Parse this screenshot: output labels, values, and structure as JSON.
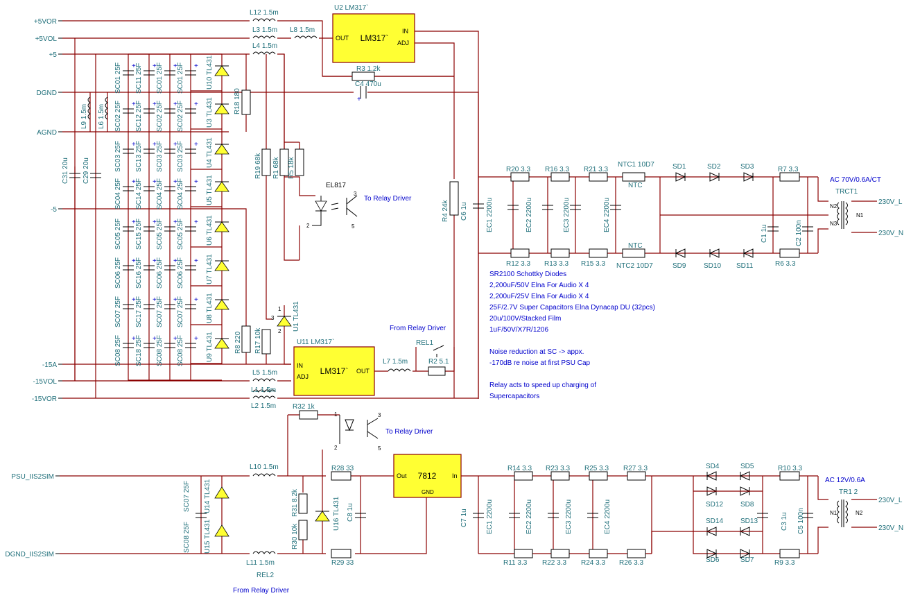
{
  "ports": {
    "p5vor": "+5VOR",
    "p5vol": "+5VOL",
    "p5": "+5",
    "dgnd": "DGND",
    "agnd": "AGND",
    "m5": "-5",
    "m15a": "-15A",
    "m15vol": "-15VOL",
    "m15vor": "-15VOR",
    "psu": "PSU_IIS2SIM",
    "dgndiis": "DGND_IIS2SIM",
    "ac_l1": "230V_L",
    "ac_n1": "230V_N",
    "ac_l2": "230V_L",
    "ac_n2": "230V_N"
  },
  "chips": {
    "u2_ref": "U2 LM317`",
    "u2_name": "LM317`",
    "u2_out": "OUT",
    "u2_in": "IN",
    "u2_adj": "ADJ",
    "u11_ref": "U11 LM317`",
    "u11_name": "LM317`",
    "u11_in": "IN",
    "u11_adj": "ADJ",
    "u11_out": "OUT",
    "reg7812": "7812",
    "reg_out": "Out",
    "reg_in": "In",
    "reg_gnd": "GND"
  },
  "inductors": {
    "l12": "L12 1.5m",
    "l3": "L3 1.5m",
    "l8": "L8 1.5m",
    "l4": "L4 1.5m",
    "l9": "L9 1.5m",
    "l6": "L6 1.5m",
    "l5": "L5 1.5m",
    "l1": "L1 1.5m",
    "l2": "L2 1.5m",
    "l7": "L7 1.5m",
    "l10": "L10 1.5m",
    "l11": "L11 1.5m"
  },
  "resistors": {
    "r3": "R3 1.2k",
    "r18": "R18 180",
    "r19": "R19 68k",
    "r1": "R1 68k",
    "r5": "R5 18k",
    "r4": "R4 24k",
    "r8": "R8 220",
    "r17": "R17 10k",
    "r2": "R2 5.1",
    "r32": "R32 1k",
    "r28": "R28 33",
    "r29": "R29 33",
    "r31": "R31 8.2k",
    "r30": "R30 10k",
    "r20": "R20 3.3",
    "r16": "R16 3.3",
    "r21": "R21 3.3",
    "r7": "R7 3.3",
    "r12": "R12 3.3",
    "r13": "R13 3.3",
    "r15": "R15 3.3",
    "r6": "R6 3.3",
    "r14": "R14 3.3",
    "r23": "R23 3.3",
    "r25": "R25 3.3",
    "r27": "R27 3.3",
    "r10": "R10 3.3",
    "r11": "R11 3.3",
    "r22": "R22 3.3",
    "r24": "R24 3.3",
    "r26": "R26 3.3",
    "r9": "R9 3.3"
  },
  "caps": {
    "c4": "C4 470u",
    "c31": "C31 20u",
    "c29": "C29 20u",
    "c6": "C6 1u",
    "c8": "C8 1u",
    "c7": "C7 1u",
    "c1": "C1 1u",
    "c2": "C2 100n",
    "c3": "C3 1u",
    "c5": "C5 100n",
    "ec1": "EC1 2200u",
    "ec2": "EC2 2200u",
    "ec3": "EC3 2200u",
    "ec4": "EC4 2200u",
    "ec1b": "EC1 2200u",
    "ec2b": "EC2 2200u",
    "ec3b": "EC3 2200u",
    "ec4b": "EC4 2200u"
  },
  "supercaps": {
    "col1": [
      "SC01 25F",
      "SC02 25F",
      "SC03 25F",
      "SC04 25F",
      "SC05 25F",
      "SC06 25F",
      "SC07 25F",
      "SC08 25F"
    ],
    "col2": [
      "SC11 25F",
      "SC12 25F",
      "SC13 25F",
      "SC14 25F",
      "SC15 25F",
      "SC16 25F",
      "SC17 25F",
      "SC18 25F"
    ],
    "col3": [
      "SC01 25F",
      "SC02 25F",
      "SC03 25F",
      "SC04 25F",
      "SC05 25F",
      "SC06 25F",
      "SC07 25F",
      "SC08 25F"
    ],
    "col4": [
      "SC01 25F",
      "SC02 25F",
      "SC03 25F",
      "SC04 25F",
      "SC05 25F",
      "SC06 25F",
      "SC07 25F",
      "SC08 25F"
    ],
    "psu1": "SC07 25F",
    "psu2": "SC08 25F"
  },
  "shunts": {
    "list": [
      "U10 TL431",
      "U3 TL431",
      "U4 TL431",
      "U5 TL431",
      "U6 TL431",
      "U7 TL431",
      "U8 TL431",
      "U9 TL431"
    ],
    "u1": "U1 TL431",
    "u16": "U16 TL431",
    "u14": "U14 TL431",
    "u15": "U15 TL431"
  },
  "opto": {
    "el817": "EL817",
    "to_relay1": "To Relay Driver",
    "to_relay2": "To Relay Driver",
    "from_relay1": "From Relay Driver",
    "from_relay2": "From Relay Driver",
    "rel1": "REL1",
    "rel2": "REL2"
  },
  "diodes": {
    "sd1": "SD1",
    "sd2": "SD2",
    "sd3": "SD3",
    "sd9": "SD9",
    "sd10": "SD10",
    "sd11": "SD11",
    "sd4": "SD4",
    "sd5": "SD5",
    "sd12": "SD12",
    "sd8": "SD8",
    "sd14": "SD14",
    "sd13": "SD13",
    "sd6": "SD6",
    "sd7": "SD7"
  },
  "ntc": {
    "ntc1": "NTC1 10D7",
    "ntc2": "NTC2 10D7",
    "mark": "NTC"
  },
  "transformers": {
    "trct1_spec": "AC 70V/0.6A/CT",
    "trct1": "TRCT1",
    "tr1_spec": "AC 12V/0.6A",
    "tr1": "TR1 2",
    "n1": "N1",
    "n2": "N2",
    "n3": "N3"
  },
  "notes": {
    "lines": [
      "SR2100 Schottky Diodes",
      "2,200uF/50V Elna For Audio X 4",
      "2,200uF/25V Elna For Audio X 4",
      "25F/2.7V Super Capacitors Elna Dynacap DU (32pcs)",
      "20u/100V/Stacked Film",
      "1uF/50V/X7R/1206",
      "",
      "Noise reduction at SC -> appx.",
      "-170dB re noise at first PSU Cap",
      "",
      "Relay acts to speed up charging of",
      "Supercapacitors"
    ]
  }
}
